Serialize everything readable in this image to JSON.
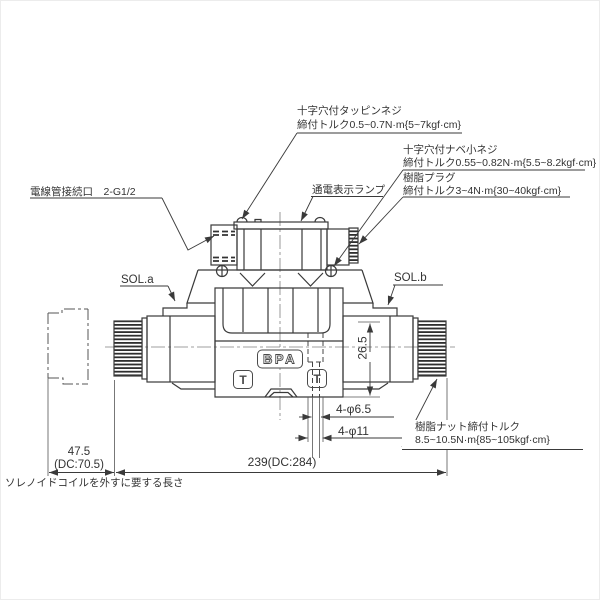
{
  "page": {
    "background": "#ffffff",
    "line_color": "#3a3a3a",
    "text_color": "#333333",
    "centerline_color": "#808080"
  },
  "annotations": {
    "tapping_screw": {
      "line1": "十字穴付タッピンネジ",
      "line2": "締付トルク0.5~0.7N·m{5~7kgf·cm}"
    },
    "pan_head_screw": {
      "line1": "十字穴付ナベ小ネジ",
      "line2": "締付トルク0.55~0.82N·m{5.5~8.2kgf·cm}"
    },
    "resin_plug": {
      "line1": "樹脂プラグ",
      "line2": "締付トルク3~4N·m{30~40kgf·cm}"
    },
    "power_lamp": "通電表示ランプ",
    "conduit_port": "電線管接続口　2-G1/2",
    "sol_a": "SOL.a",
    "sol_b": "SOL.b",
    "resin_nut": {
      "line1": "樹脂ナット締付トルク",
      "line2": "8.5~10.5N·m{85~105kgf·cm}"
    },
    "coil_removal_note": "ソレノイドコイルを外すに要する長さ"
  },
  "dimensions": {
    "overall_width": "239(DC:284)",
    "coil_removal_length": "47.5",
    "coil_removal_length_dc": "(DC:70.5)",
    "port_height": "26.5",
    "mounting_hole_small": "4-φ6.5",
    "mounting_hole_large": "4-φ11"
  },
  "markings": {
    "body_brand": "BPA",
    "port_t_left": "T",
    "port_t_right": "T"
  }
}
